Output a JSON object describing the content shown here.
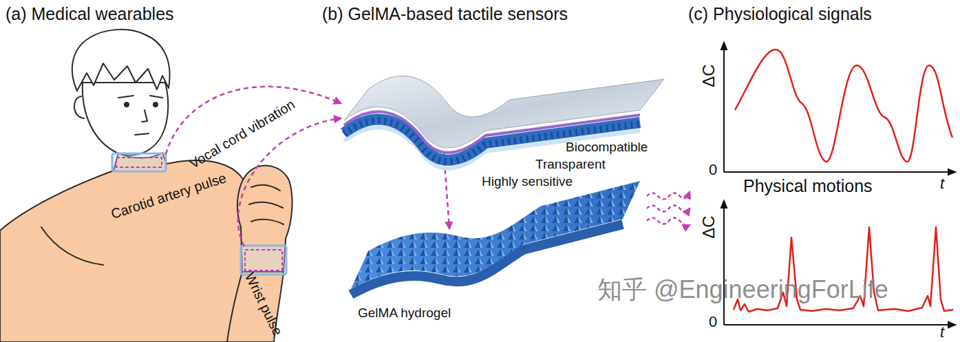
{
  "diagram": {
    "labels": [
      "(a) Medical wearables",
      "(b) GelMA-based tactile sensors",
      "(c) Physiological signals",
      "Vocal cord vibration",
      "Carotid artery pulse",
      "Wrist pulse",
      "Biocompatible",
      "Transparent",
      "Highly sensitive",
      "GelMA hydrogel",
      "ΔC",
      "0",
      "t",
      "Physical motions",
      "ΔC",
      "0",
      "t",
      "知乎 @EngineeringForLife"
    ]
  }
}
